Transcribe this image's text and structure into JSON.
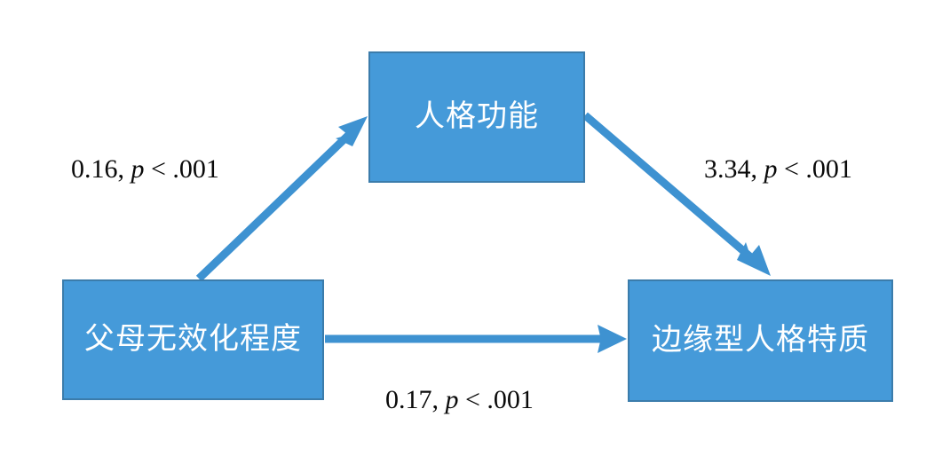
{
  "diagram": {
    "type": "mediation-model",
    "background_color": "#ffffff",
    "node_fill_color": "#459AD9",
    "node_border_color": "#3B7CAB",
    "node_text_color": "#ffffff",
    "arrow_color": "#3E92D1",
    "label_text_color": "#0a0a0a",
    "nodes": [
      {
        "id": "predictor",
        "label": "父母无效化程度",
        "position": "bottom-left"
      },
      {
        "id": "mediator",
        "label": "人格功能",
        "position": "top-center"
      },
      {
        "id": "outcome",
        "label": "边缘型人格特质",
        "position": "bottom-right"
      }
    ],
    "paths": [
      {
        "id": "a",
        "from": "predictor",
        "to": "mediator",
        "coefficient": "0.16",
        "separator": ", ",
        "p_symbol": "p",
        "p_comparison": " < .001",
        "full_label": "0.16, p < .001"
      },
      {
        "id": "b",
        "from": "mediator",
        "to": "outcome",
        "coefficient": "3.34",
        "separator": ", ",
        "p_symbol": "p",
        "p_comparison": " < .001",
        "full_label": "3.34, p < .001"
      },
      {
        "id": "c",
        "from": "predictor",
        "to": "outcome",
        "coefficient": "0.17",
        "separator": ", ",
        "p_symbol": "p",
        "p_comparison": " < .001",
        "full_label": "0.17, p < .001"
      }
    ]
  }
}
